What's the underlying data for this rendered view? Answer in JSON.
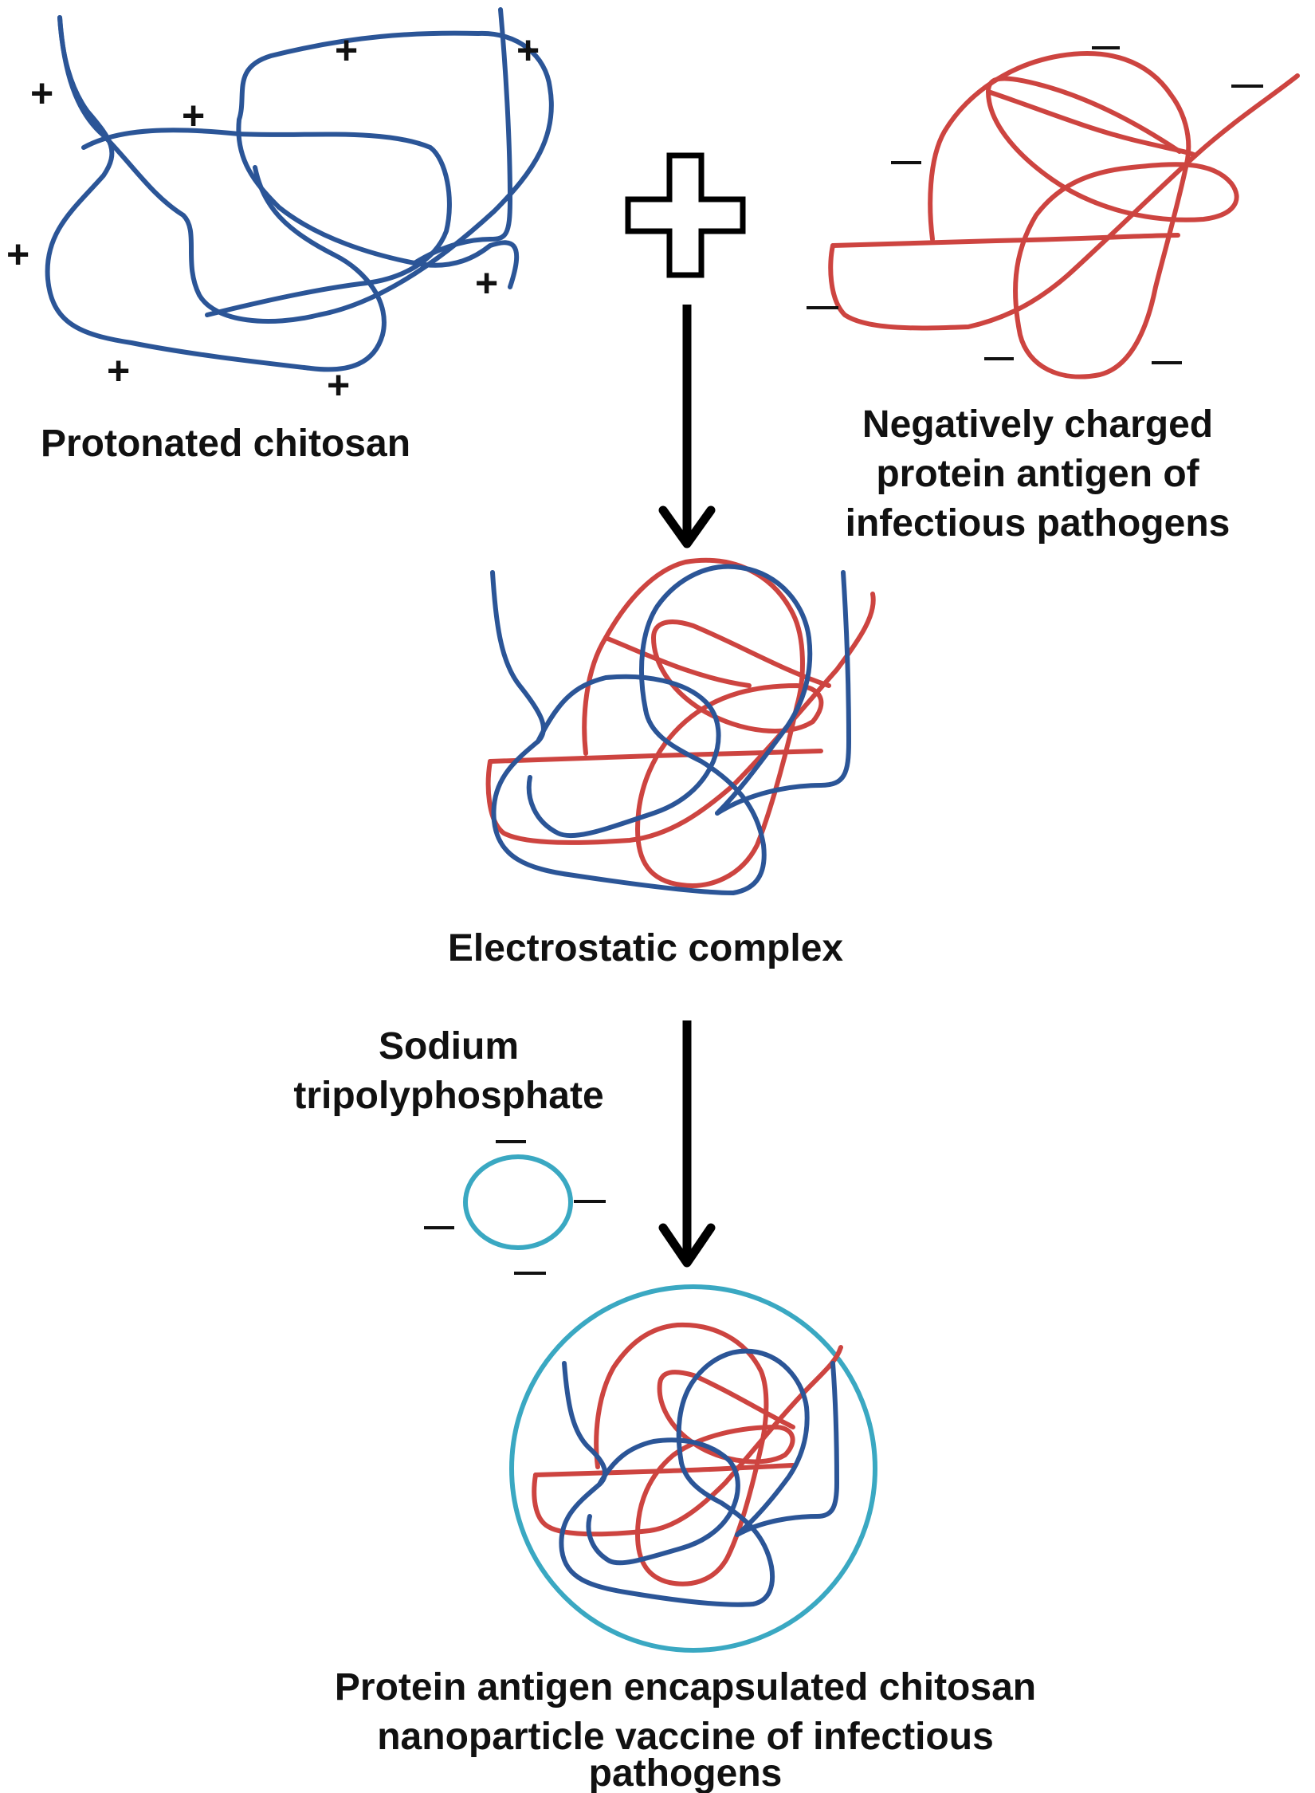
{
  "labels": {
    "chitosan": "Protonated chitosan",
    "antigen_line1": "Negatively charged",
    "antigen_line2": "protein antigen of",
    "antigen_line3": "infectious pathogens",
    "complex": "Electrostatic complex",
    "tpp_line1": "Sodium",
    "tpp_line2": "tripolyphosphate",
    "product_line1": "Protein antigen encapsulated chitosan",
    "product_line2": "nanoparticle vaccine of infectious",
    "product_line3": "pathogens"
  },
  "charges": {
    "positive": "+"
  },
  "colors": {
    "chitosan": "#2b5597",
    "antigen": "#cd4440",
    "tpp": "#3aa8c2",
    "text": "#111111"
  },
  "icons": {
    "combine": "plus-outline-icon",
    "step": "arrow-down-icon"
  }
}
